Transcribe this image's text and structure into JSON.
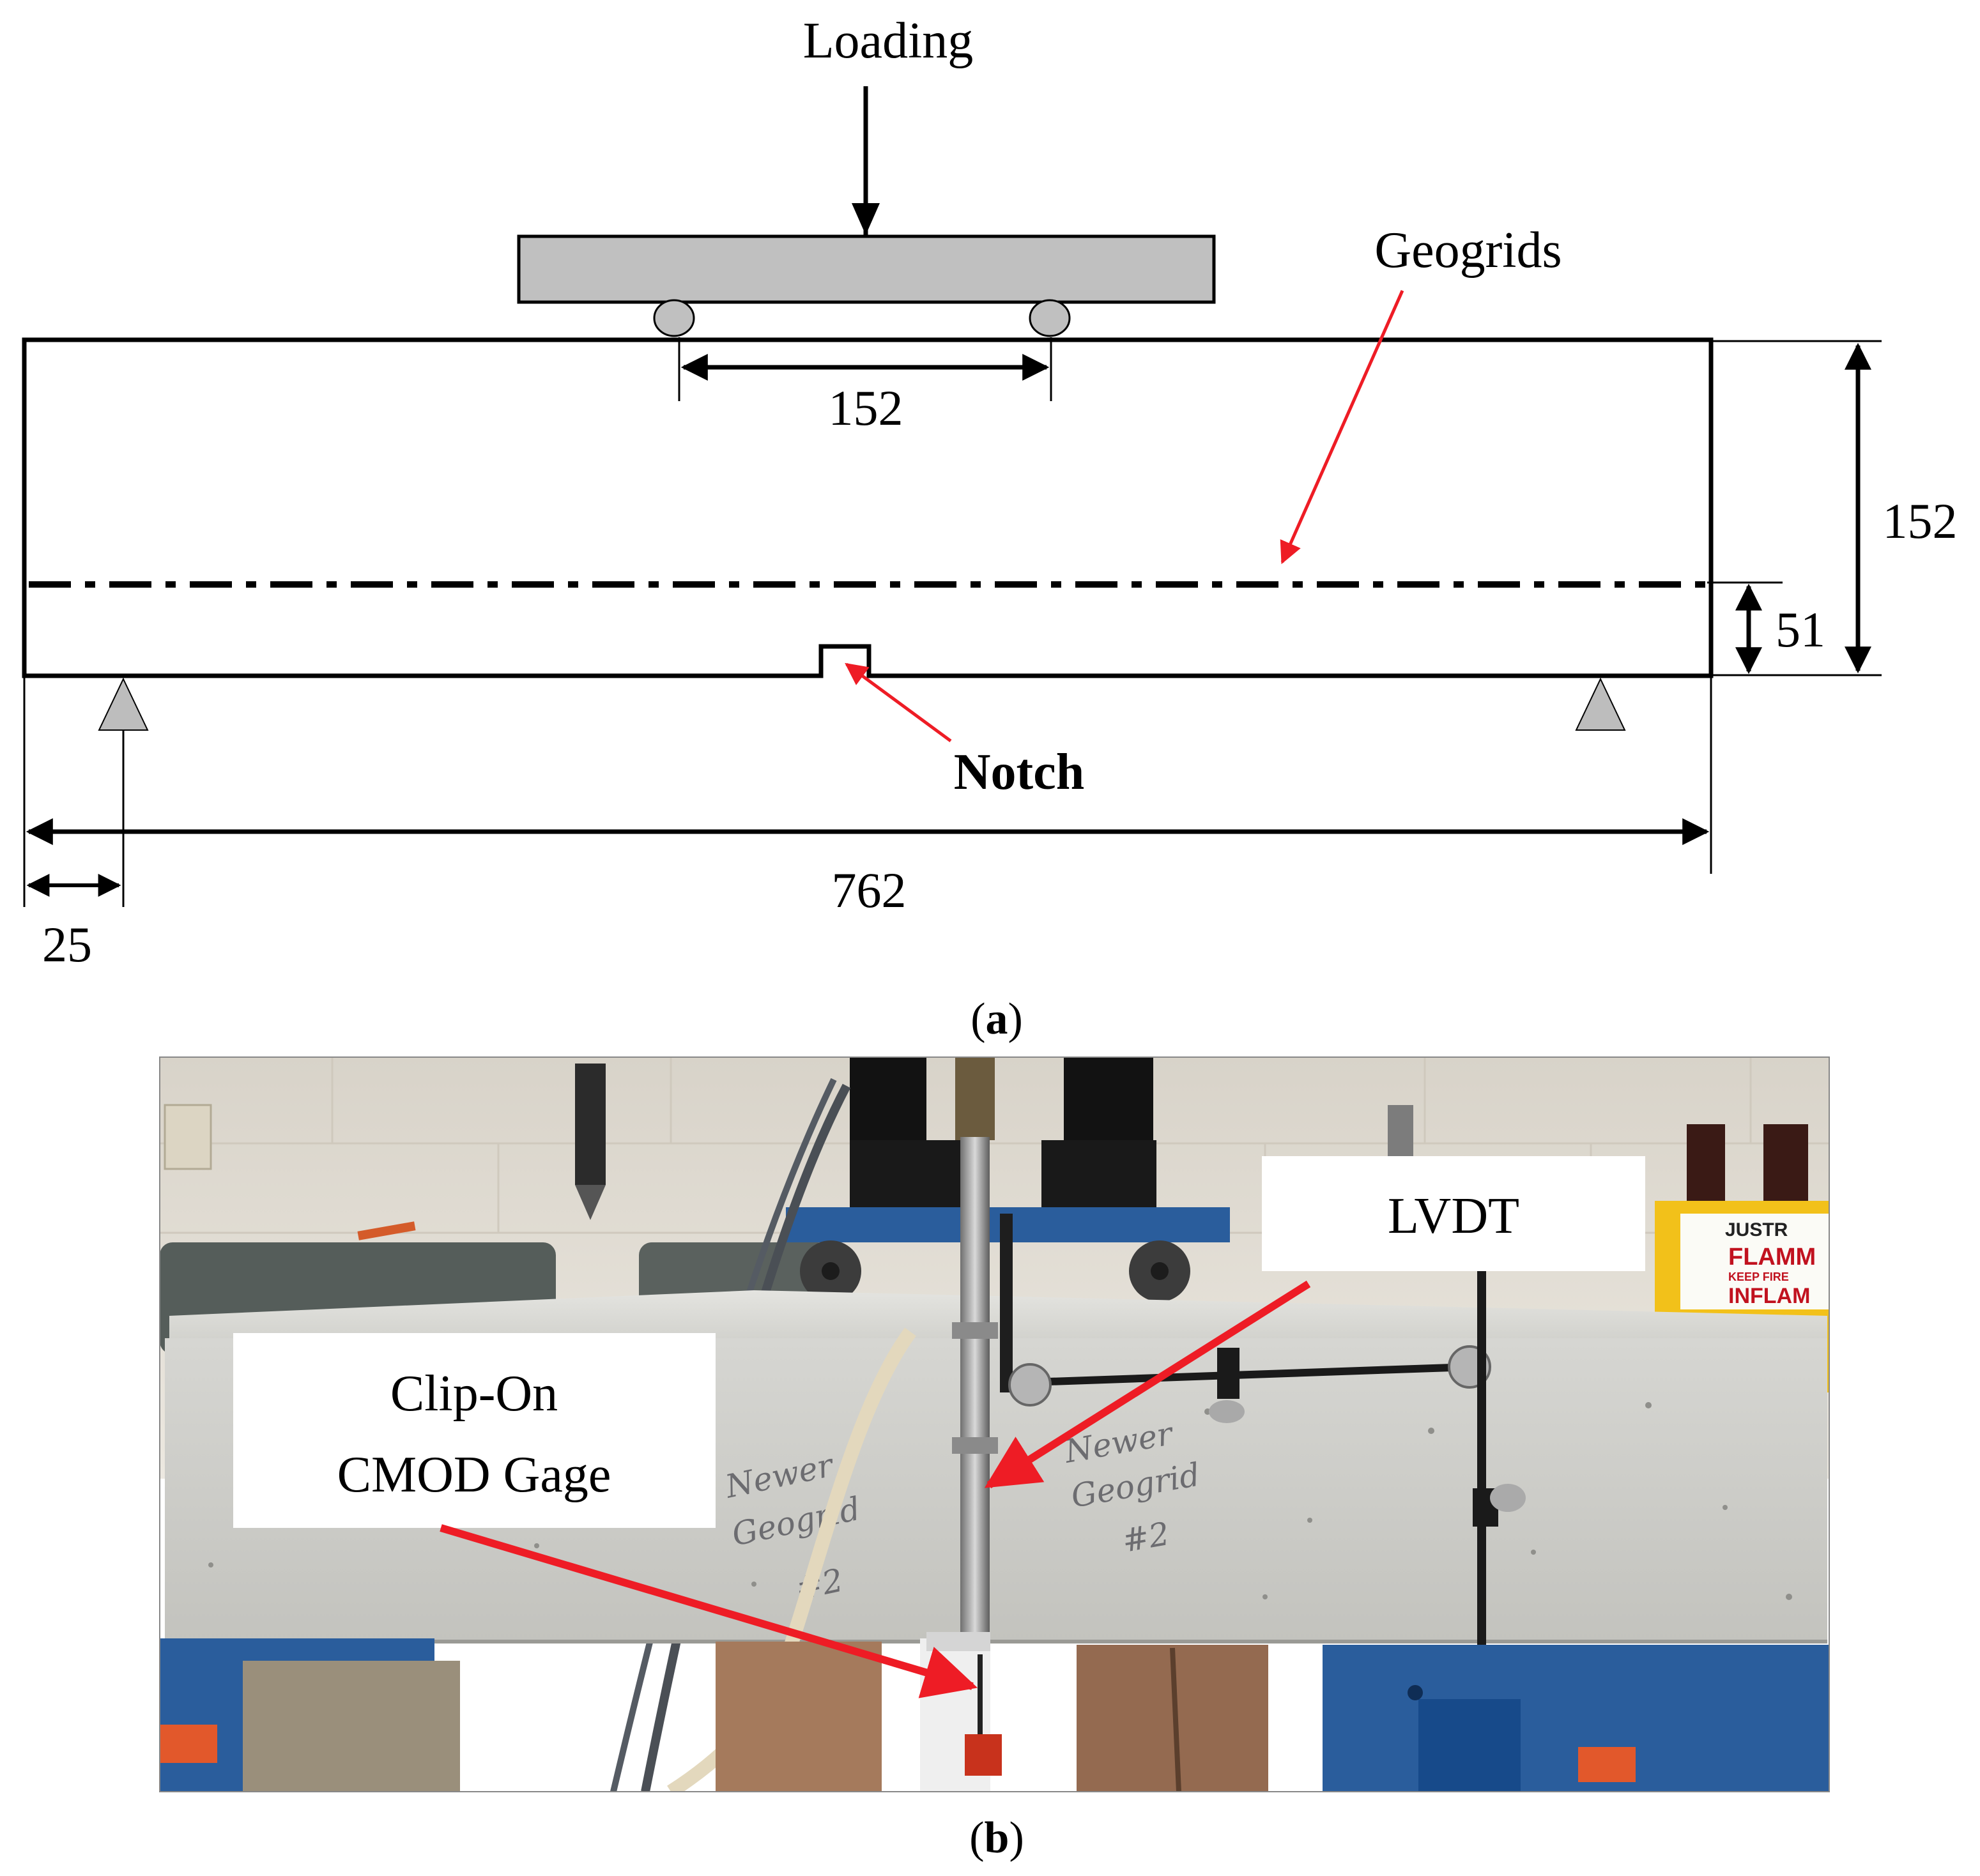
{
  "panel_a": {
    "loading_label": "Loading",
    "geogrids_label": "Geogrids",
    "notch_label": "Notch",
    "dim_roller_spacing": "152",
    "dim_height": "152",
    "dim_geogrid_height": "51",
    "dim_length": "762",
    "dim_overhang": "25",
    "caption": {
      "open": "(",
      "letter": "a",
      "close": ")"
    }
  },
  "panel_b": {
    "lvdt_label": "LVDT",
    "cmod_line1": "Clip-On",
    "cmod_line2": "CMOD Gage",
    "beam_writing_left": [
      "Newer",
      "Geogrid",
      "#2"
    ],
    "beam_writing_right": [
      "Newer",
      "Geogrid",
      "#2"
    ],
    "sign_lines": [
      "JUSTR",
      "FLAMM",
      "KEEP FIRE",
      "INFLAM"
    ],
    "caption": {
      "open": "(",
      "letter": "b",
      "close": ")"
    }
  },
  "colors": {
    "arrow_red": "#ee1c25",
    "loading_block": "#c0c0c0",
    "beam_concrete": "#d3d3cf",
    "wall": "#e6e2d9",
    "fixture_blue": "#2a5d9c",
    "wood": "#a57a5c"
  }
}
